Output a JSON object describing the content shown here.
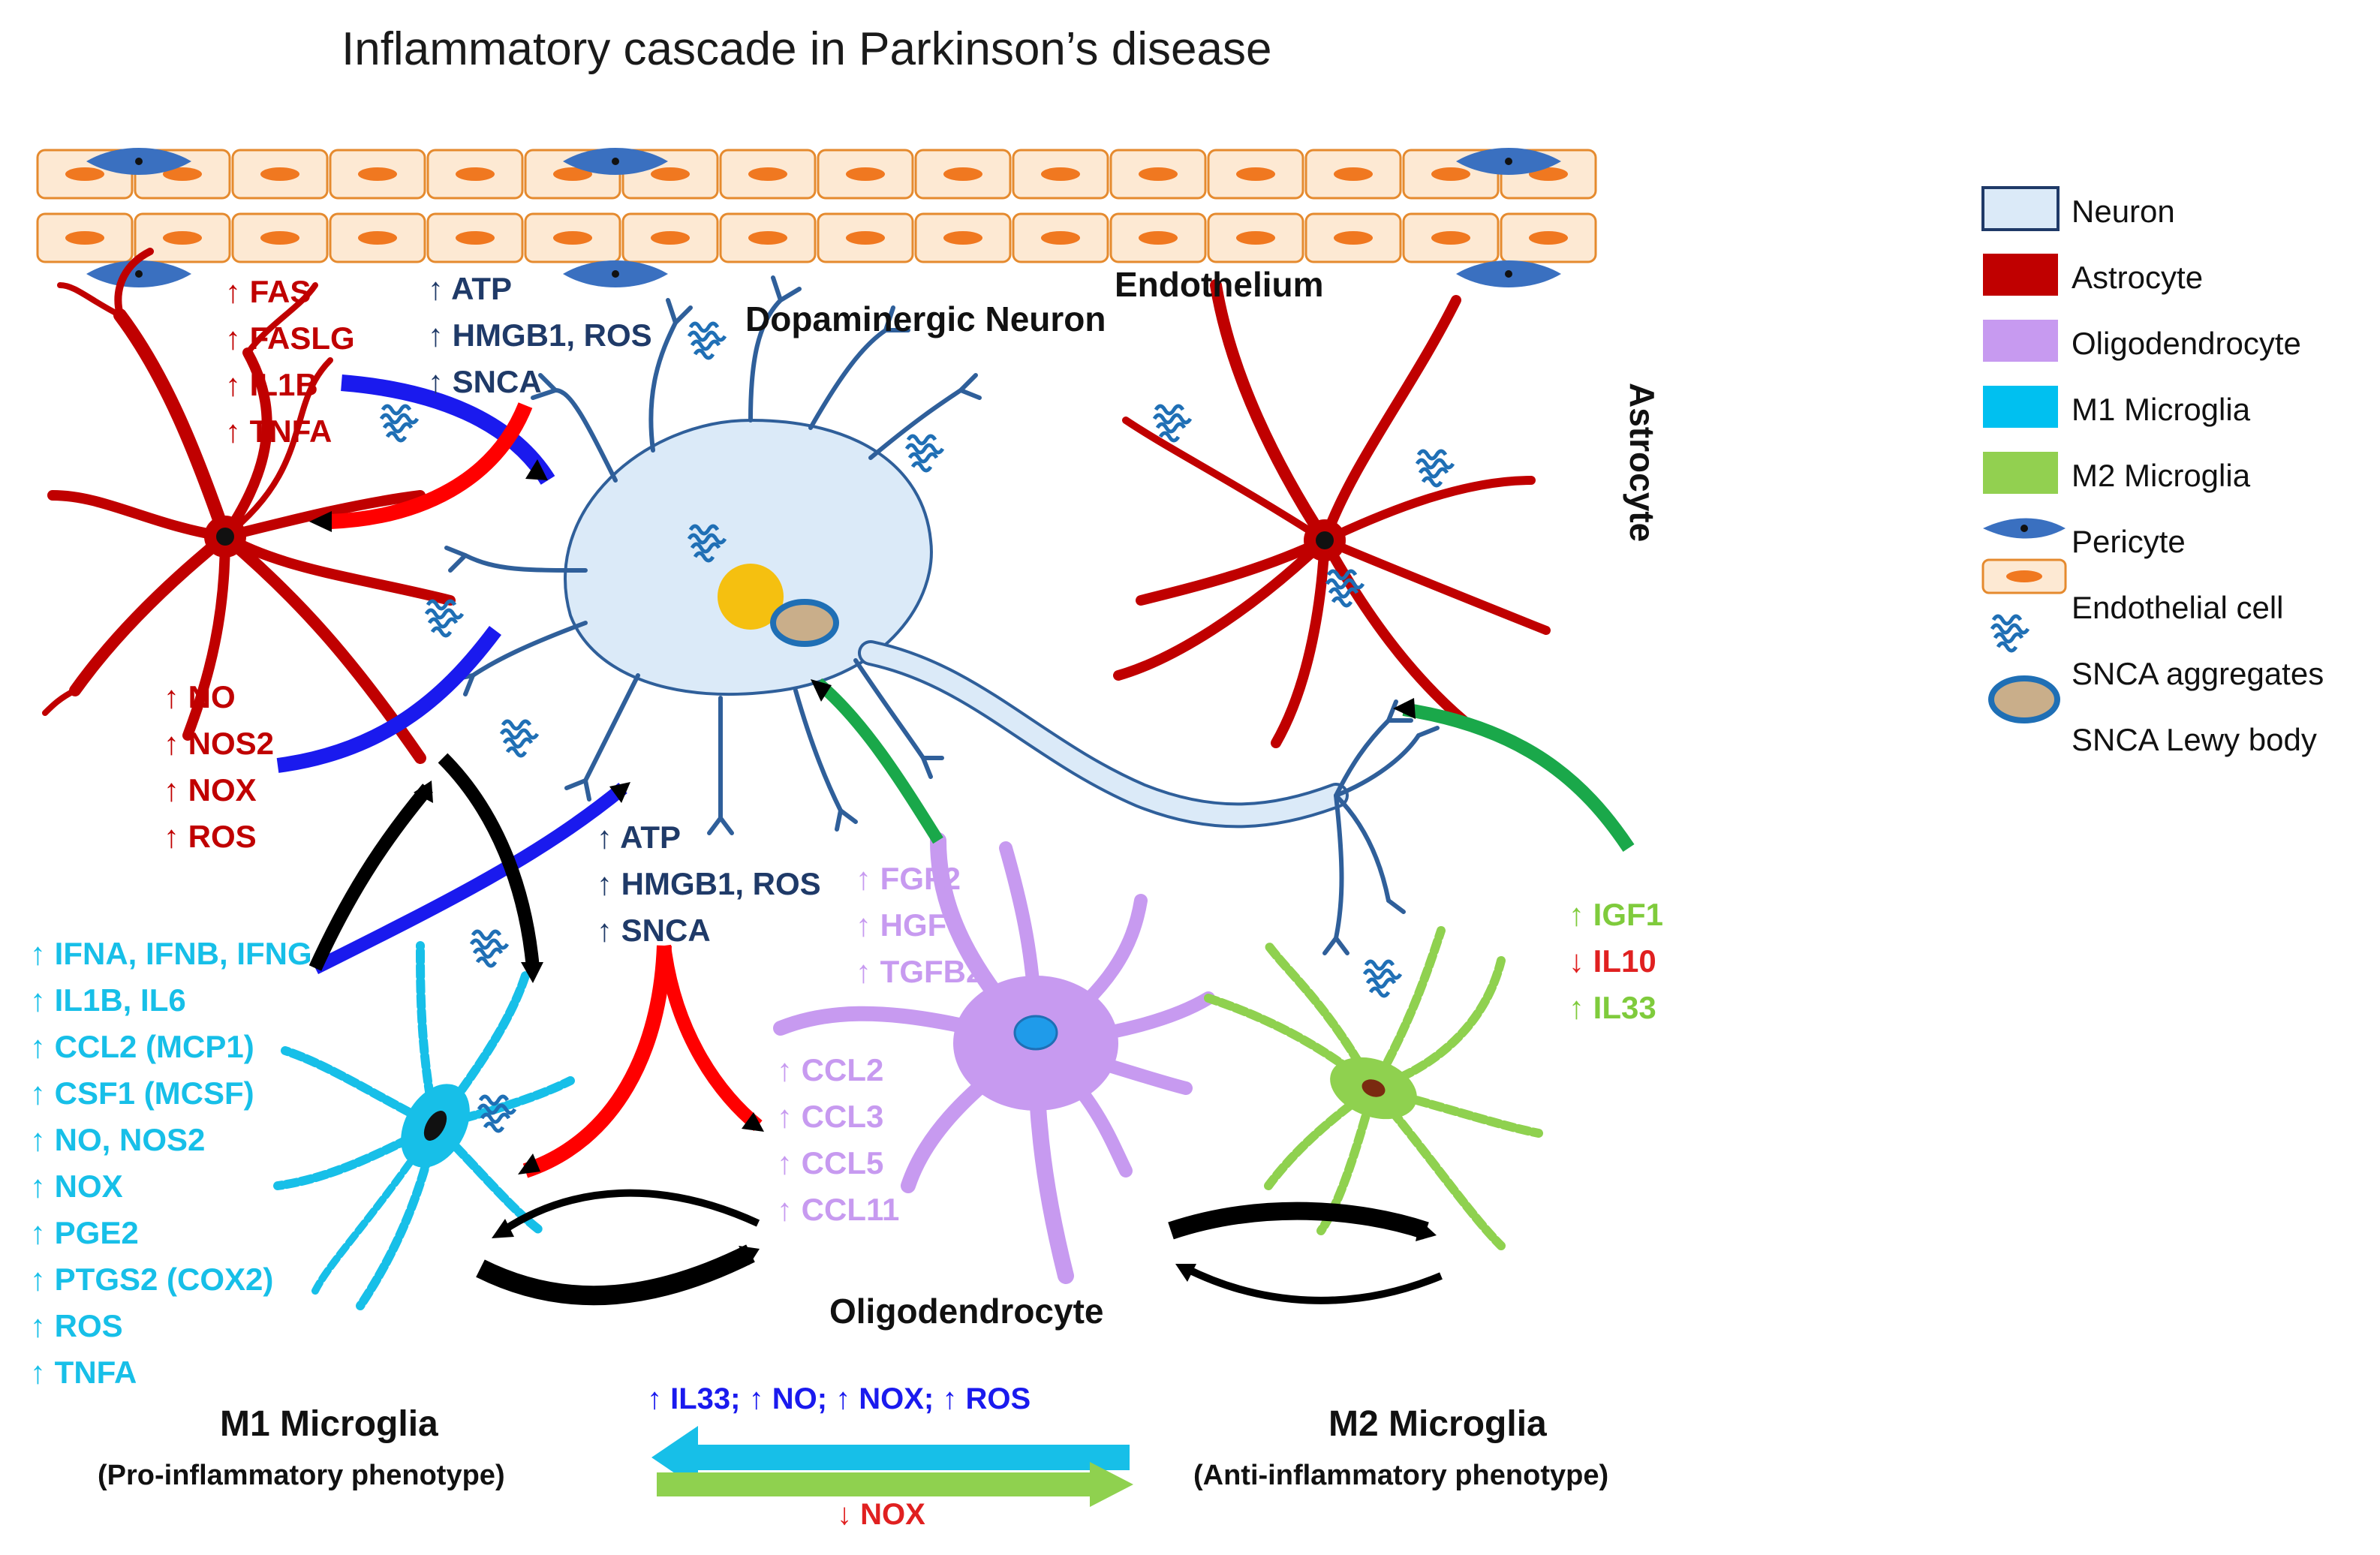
{
  "title": "Inflammatory cascade in Parkinson’s disease",
  "labels": {
    "endothelium": "Endothelium",
    "dopaminergic_neuron": "Dopaminergic Neuron",
    "astrocyte": "Astrocyte",
    "oligodendrocyte": "Oligodendrocyte",
    "m1_title": "M1 Microglia",
    "m1_sub": "(Pro-inflammatory phenotype)",
    "m2_title": "M2 Microglia",
    "m2_sub": "(Anti-inflammatory phenotype)"
  },
  "astrocyte_top_factors": [
    "↑ FAS",
    "↑ FASLG",
    "↑ IL1B",
    "↑ TNFA"
  ],
  "astrocyte_bottom_factors": [
    "↑ NO",
    "↑ NOS2",
    "↑ NOX",
    "↑ ROS"
  ],
  "neuron_top_factors": [
    "↑ ATP",
    "↑ HMGB1, ROS",
    "↑ SNCA"
  ],
  "neuron_mid_factors": [
    "↑ ATP",
    "↑ HMGB1, ROS",
    "↑ SNCA"
  ],
  "oligo_growth_factors": [
    "↑ FGF2",
    "↑ HGF",
    "↑ TGFB2"
  ],
  "oligo_chemokines": [
    "↑ CCL2",
    "↑ CCL3",
    "↑ CCL5",
    "↑ CCL11"
  ],
  "m1_factors": [
    "↑ IFNA, IFNB, IFNG",
    "↑ IL1B, IL6",
    "↑ CCL2 (MCP1)",
    "↑ CSF1 (MCSF)",
    "↑ NO, NOS2",
    "↑ NOX",
    "↑ PGE2",
    "↑ PTGS2 (COX2)",
    "↑ ROS",
    "↑ TNFA"
  ],
  "m2_factors": [
    {
      "text": "↑ IGF1",
      "color": "#7fcb3c"
    },
    {
      "text": "↓ IL10",
      "color": "#e02020"
    },
    {
      "text": "↑ IL33",
      "color": "#7fcb3c"
    }
  ],
  "m2_to_m1_text": "↑ IL33; ↑ NO; ↑ NOX; ↑ ROS",
  "m1_to_m2_text": "↓ NOX",
  "legend": [
    {
      "label": "Neuron",
      "kind": "neuron"
    },
    {
      "label": "Astrocyte",
      "kind": "astrocyte"
    },
    {
      "label": "Oligodendrocyte",
      "kind": "oligodendrocyte"
    },
    {
      "label": "M1 Microglia",
      "kind": "m1"
    },
    {
      "label": "M2 Microglia",
      "kind": "m2"
    },
    {
      "label": "Pericyte",
      "kind": "pericyte"
    },
    {
      "label": "Endothelial cell",
      "kind": "endothelial"
    },
    {
      "label": "SNCA aggregates",
      "kind": "aggregate"
    },
    {
      "label": "SNCA Lewy body",
      "kind": "lewy"
    }
  ],
  "colors": {
    "neuron_fill": "#dbeaf8",
    "neuron_stroke": "#2f5f9a",
    "astrocyte": "#c00000",
    "oligodendrocyte": "#c79af0",
    "m1": "#17bfe8",
    "m2": "#8fd14f",
    "pericyte": "#3a70c0",
    "endothelial_fill": "#fde9d3",
    "endothelial_stroke": "#e58a2e",
    "nucleus_orange": "#f07820",
    "aggregate": "#1f6fb5",
    "arrow_black": "#000000",
    "arrow_red": "#ff0000",
    "arrow_blue": "#1a1aee",
    "arrow_green": "#1aa84a"
  }
}
